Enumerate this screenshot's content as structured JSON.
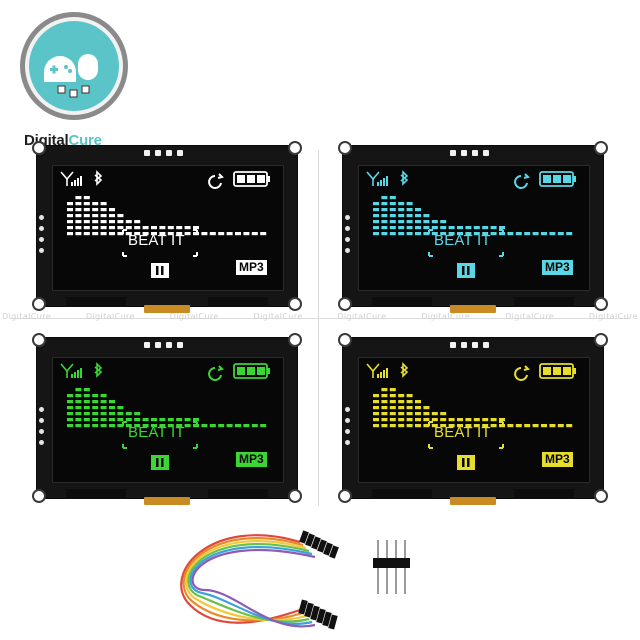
{
  "brand": {
    "name_part1": "Digital",
    "name_part2": "Cure",
    "accent_color": "#5bc4c8"
  },
  "watermark": [
    "DigitalCure",
    "DigitalCure",
    "DigitalCure",
    "DigitalCure",
    "DigitalCure",
    "DigitalCure",
    "DigitalCure",
    "DigitalCure"
  ],
  "screen_text": {
    "song_title": "BEAT IT",
    "format_badge": "MP3"
  },
  "icons": [
    "signal-icon",
    "bluetooth-icon",
    "repeat-icon",
    "battery-icon",
    "pause-icon"
  ],
  "display_colors": [
    "#ffffff",
    "#5ad7e6",
    "#3cd634",
    "#e6de2a"
  ],
  "equalizer_levels": [
    5,
    6,
    6,
    5,
    5,
    4,
    3,
    2,
    2,
    1,
    1,
    1,
    1,
    1,
    1,
    1,
    0,
    0,
    0,
    0,
    0,
    0,
    0,
    0
  ],
  "cable_wire_colors": [
    "#e0483c",
    "#e88a2a",
    "#f2c93a",
    "#6cbf4a",
    "#3aa3d8",
    "#8e5bb5"
  ]
}
